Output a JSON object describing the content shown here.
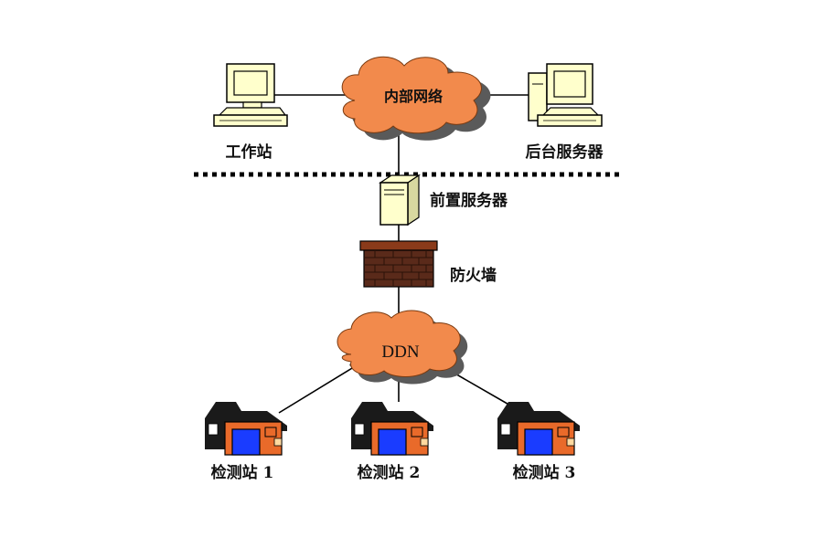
{
  "labels": {
    "internal_network": "内部网络",
    "workstation": "工作站",
    "backend_server": "后台服务器",
    "front_server": "前置服务器",
    "firewall": "防火墙",
    "ddn": "DDN",
    "station_1": "检测站 1",
    "station_2": "检测站 2",
    "station_3": "检测站 3"
  },
  "colors": {
    "cloud_fill": "#f28a4c",
    "cloud_shadow": "#5a5a5a",
    "computer_fill": "#ffffcc",
    "firewall_brick": "#5a2a1a",
    "building_orange": "#e96a2a",
    "door_blue": "#1a3cff",
    "line": "#000000"
  }
}
